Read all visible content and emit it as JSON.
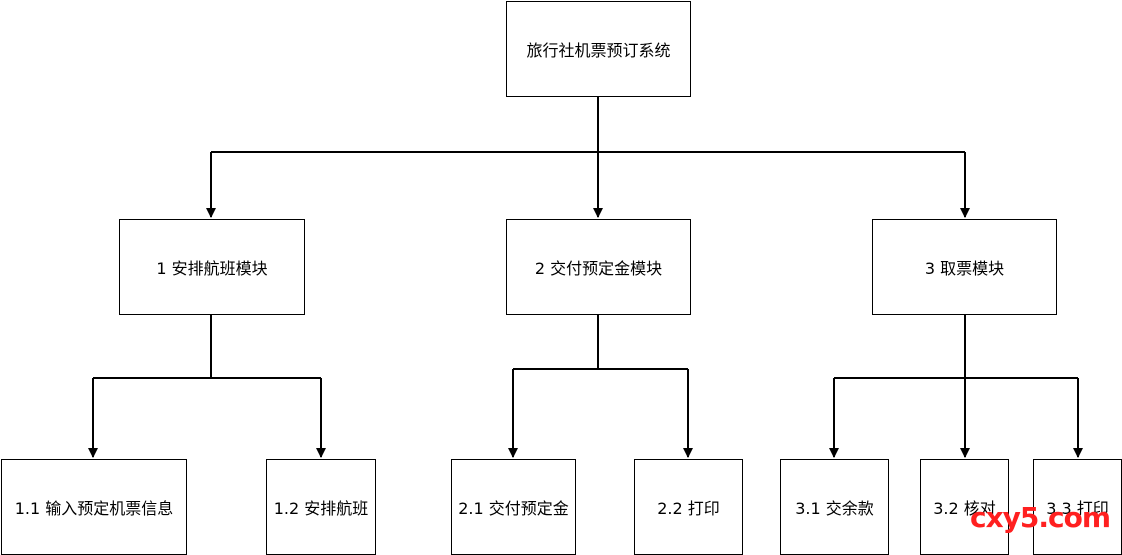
{
  "root": {
    "label": "旅行社机票预订系统"
  },
  "modules": [
    {
      "label": "1 安排航班模块",
      "children": [
        "1.1 输入预定机票信息",
        "1.2 安排航班"
      ]
    },
    {
      "label": "2 交付预定金模块",
      "children": [
        "2.1 交付预定金",
        "2.2 打印"
      ]
    },
    {
      "label": "3 取票模块",
      "children": [
        "3.1 交余款",
        "3.2 核对",
        "3.3 打印"
      ]
    }
  ],
  "watermark": "cxy5.com",
  "colors": {
    "line": "#000000",
    "watermark": "#ff2020"
  }
}
